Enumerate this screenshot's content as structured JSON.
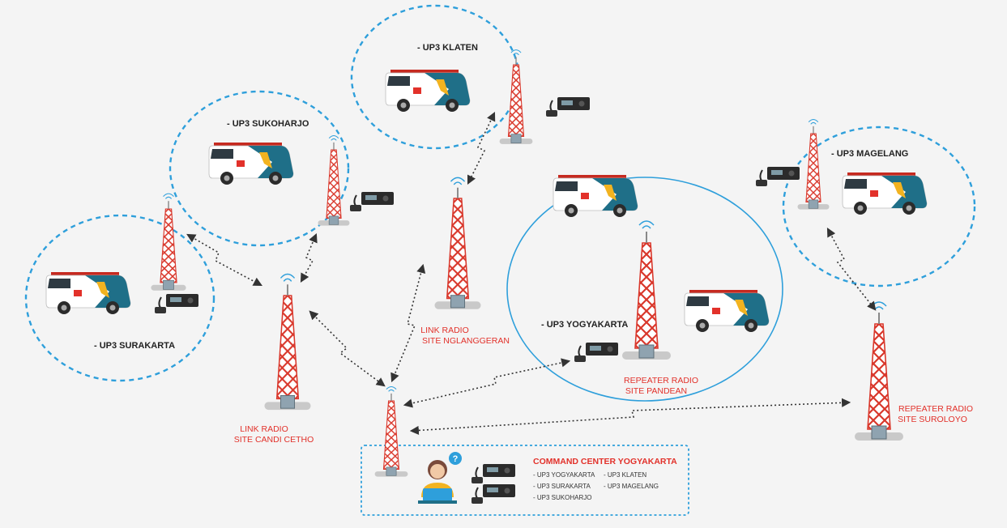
{
  "zones": [
    {
      "id": "surakarta",
      "label": "- UP3 SURAKARTA"
    },
    {
      "id": "sukoharjo",
      "label": "- UP3 SUKOHARJO"
    },
    {
      "id": "klaten",
      "label": "- UP3 KLATEN"
    },
    {
      "id": "yogyakarta",
      "label": "- UP3 YOGYAKARTA"
    },
    {
      "id": "magelang",
      "label": "- UP3 MAGELANG"
    }
  ],
  "sites": [
    {
      "id": "candi-cetho",
      "line1": "LINK RADIO",
      "line2": "SITE CANDI CETHO"
    },
    {
      "id": "nglanggeran",
      "line1": "LINK RADIO",
      "line2": "SITE NGLANGGERAN"
    },
    {
      "id": "pandean",
      "line1": "REPEATER RADIO",
      "line2": "SITE PANDEAN"
    },
    {
      "id": "suroloyo",
      "line1": "REPEATER RADIO",
      "line2": "SITE SUROLOYO"
    }
  ],
  "command_center": {
    "title": "COMMAND CENTER YOGYAKARTA",
    "units": [
      "- UP3 YOGYAKARTA",
      "- UP3 SURAKARTA",
      "- UP3 SUKOHARJO",
      "- UP3 KLATEN",
      "- UP3 MAGELANG"
    ]
  },
  "colors": {
    "background": "#f4f4f4",
    "zone_border": "#2e9fdb",
    "tower_red": "#d9372b",
    "label_red": "#e2312a",
    "link_line": "#333333",
    "van_teal": "#1f6f88",
    "van_body": "#ffffff"
  }
}
